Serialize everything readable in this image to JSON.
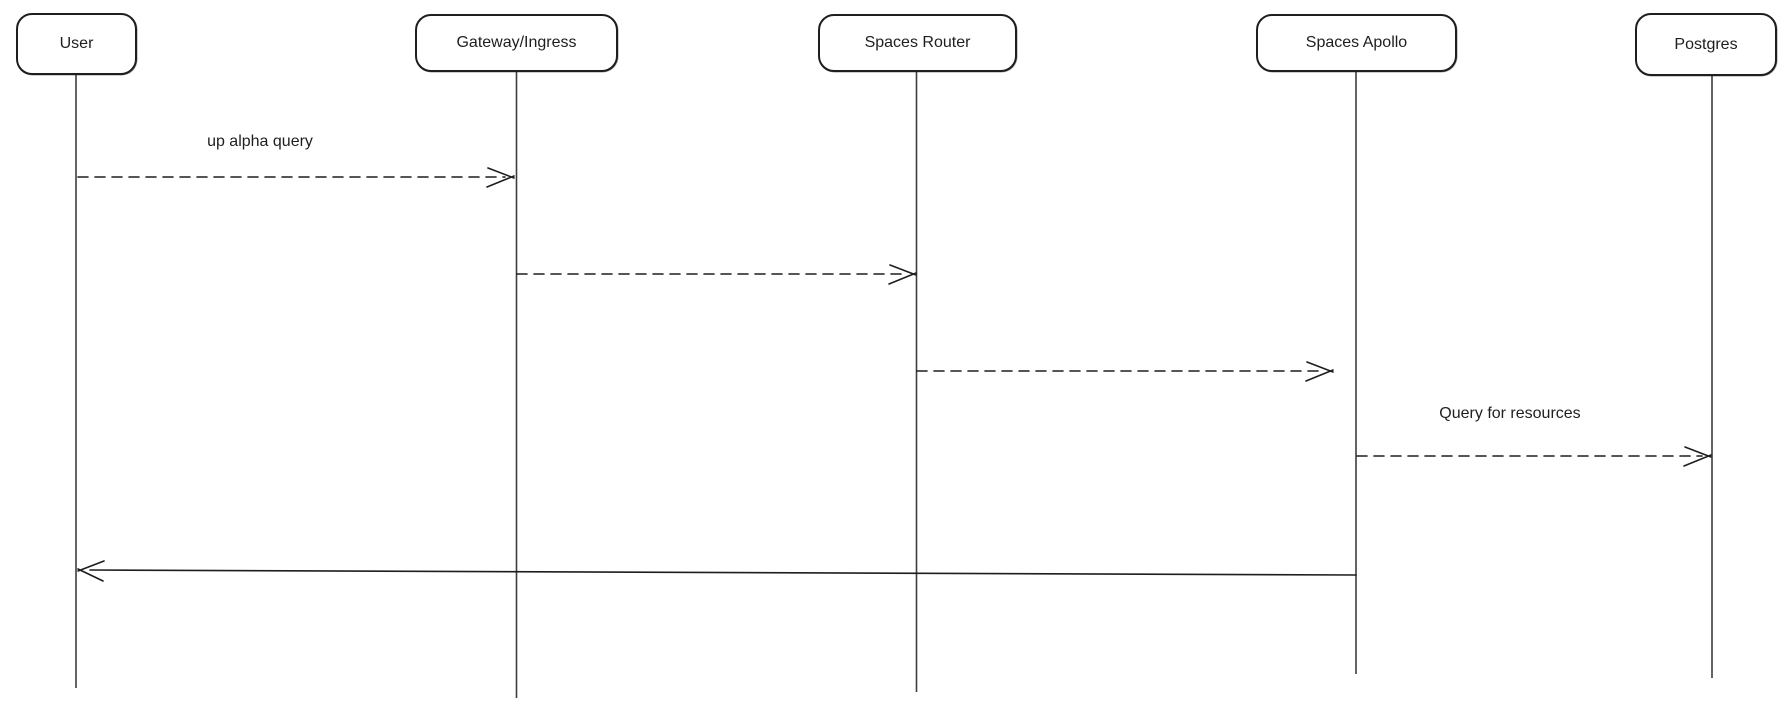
{
  "diagram": {
    "type": "sequence-diagram",
    "style": "hand-drawn",
    "colors": {
      "stroke": "#1e1e1e",
      "background": "#ffffff"
    },
    "actors": [
      {
        "label": "User"
      },
      {
        "label": "Gateway/Ingress"
      },
      {
        "label": "Spaces Router"
      },
      {
        "label": "Spaces Apollo"
      },
      {
        "label": "Postgres"
      }
    ],
    "messages": [
      {
        "from": "User",
        "to": "Gateway/Ingress",
        "label": "up alpha query",
        "line_style": "dashed",
        "direction": "right"
      },
      {
        "from": "Gateway/Ingress",
        "to": "Spaces Router",
        "label": "",
        "line_style": "dashed",
        "direction": "right"
      },
      {
        "from": "Spaces Router",
        "to": "Spaces Apollo",
        "label": "",
        "line_style": "dashed",
        "direction": "right"
      },
      {
        "from": "Spaces Apollo",
        "to": "Postgres",
        "label": "Query for resources",
        "line_style": "dashed",
        "direction": "right"
      },
      {
        "from": "Spaces Apollo",
        "to": "User",
        "label": "",
        "line_style": "solid",
        "direction": "left"
      }
    ]
  }
}
